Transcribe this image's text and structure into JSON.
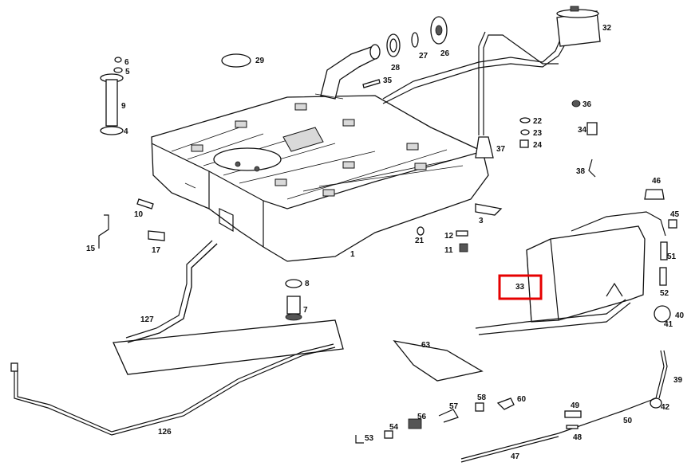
{
  "highlight": {
    "label": "33",
    "color": "#e60000"
  },
  "labels": [
    "1",
    "3",
    "4",
    "5",
    "6",
    "7",
    "8",
    "9",
    "10",
    "11",
    "12",
    "15",
    "17",
    "21",
    "22",
    "23",
    "24",
    "26",
    "27",
    "28",
    "29",
    "32",
    "33",
    "34",
    "35",
    "36",
    "37",
    "38",
    "39",
    "40",
    "41",
    "42",
    "45",
    "46",
    "47",
    "48",
    "49",
    "50",
    "51",
    "52",
    "53",
    "54",
    "56",
    "57",
    "58",
    "60",
    "63",
    "126",
    "127"
  ]
}
